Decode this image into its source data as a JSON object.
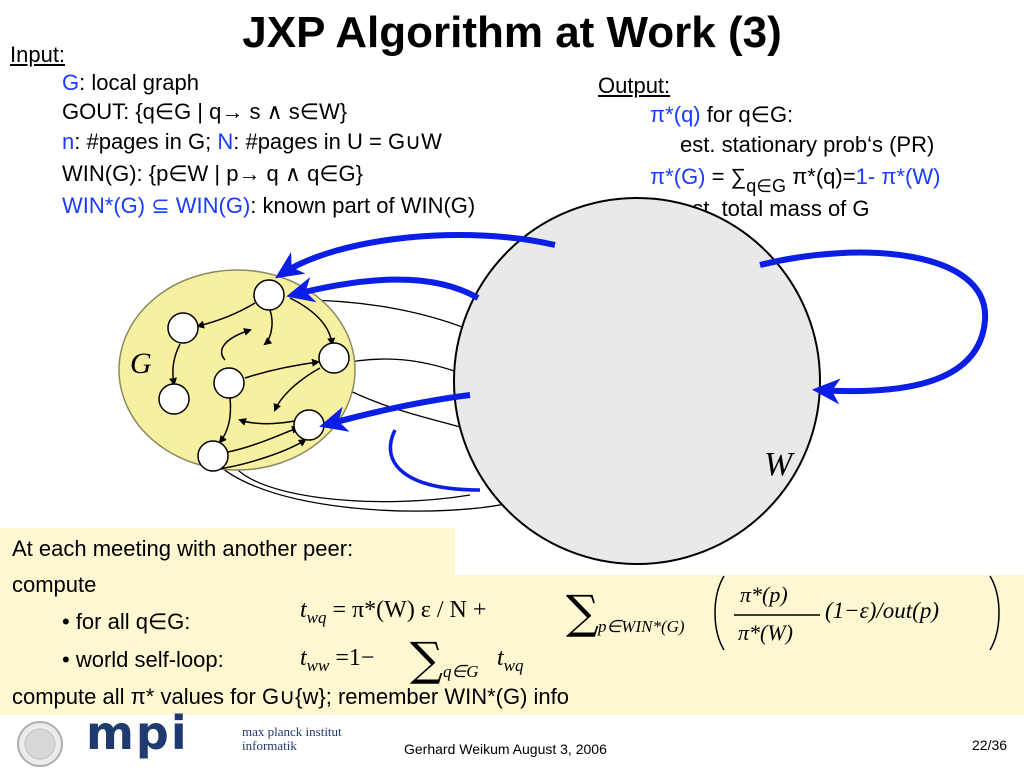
{
  "title": "JXP Algorithm at Work (3)",
  "input": {
    "heading": "Input: ",
    "g_sym": "G",
    "g_text": ": local graph",
    "gout": "GOUT: {q∈G | q→ s ∧ s∈W}",
    "n_sym": "n",
    "n_text": ": #pages in G; ",
    "N_sym": "N",
    "N_text": ": #pages in U = G∪W",
    "win": "WIN(G): {p∈W | p→ q ∧ q∈G}",
    "winstar_a": "WIN*(G) ⊆ WIN(G)",
    "winstar_b": ": known part of WIN(G)"
  },
  "output": {
    "heading": "Output: ",
    "pq_sym": "π*(q)",
    "pq_text": " for q∈G:",
    "pq_desc": "est. stationary prob‘s (PR)",
    "pg_sym": "π*(G)",
    "pg_eq": " = ∑",
    "pg_sub": "q∈G",
    "pg_mid": " π*(q)=",
    "pg_one": "1- ",
    "pg_w": "π*(W)",
    "pg_desc": "est. total mass of G"
  },
  "diagram": {
    "label_g": "G",
    "label_w": "W"
  },
  "bottom": {
    "meeting": "At each meeting with another peer:",
    "compute": "compute",
    "for_all": "• for all q∈G:",
    "self_loop": "• world self-loop:",
    "compute_all": "compute all π* values for G∪{w}; remember WIN*(G) info"
  },
  "formula1": {
    "t": "t",
    "sub": "wq",
    "eq": "= π*(W) ε / N  +",
    "sum": "∑",
    "sum_sub": "p∈WIN*(G)",
    "num": "π*(p)",
    "den": "π*(W)",
    "tail": "(1−ε)/out(p)"
  },
  "formula2": {
    "t": "t",
    "sub": "ww",
    "eq": "=1−",
    "sum": "∑",
    "sum_sub": "q∈G",
    "t2": "t",
    "sub2": "wq"
  },
  "footer": {
    "logo": "mpi",
    "institute_1": "max planck institut",
    "institute_2": "informatik",
    "author_date": "Gerhard Weikum   August 3, 2006",
    "page": "22/36"
  },
  "colors": {
    "blue": "#1a3cff",
    "arrow_blue": "#0a1ee6",
    "yellow_box": "#fdf8d2",
    "graph_fill": "#f7f0a0",
    "logo_navy": "#1f3a6e"
  }
}
